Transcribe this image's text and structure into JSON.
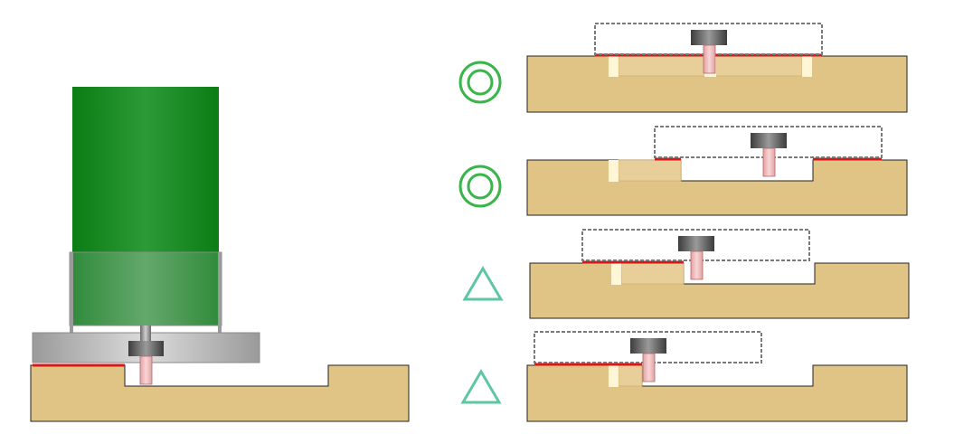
{
  "colors": {
    "wood": "#e0c486",
    "wood_dark": "#d4b36f",
    "wood_edge": "#222222",
    "cut_surface": "#e6cd96",
    "gap_fill": "#fff6d8",
    "contact_red": "#d81818",
    "router_body": "#0f8a1d",
    "router_base_overlay": "#3b9a4a",
    "plate_gray": "#a9a9a9",
    "bit_head": "#4a4a4a",
    "bit_shank": "#e8a6a8",
    "guide_dash": "#7a7a7a",
    "rating_good": "#39b54a",
    "rating_fair": "#5ec6a2"
  },
  "main_illustration": {
    "router_body": "router-body",
    "base_plate": "base-plate",
    "bit": "router-bit",
    "workpiece": "workpiece-with-groove"
  },
  "examples": [
    {
      "rating_icon": "double-circle-icon",
      "rating": "excellent"
    },
    {
      "rating_icon": "double-circle-icon",
      "rating": "excellent"
    },
    {
      "rating_icon": "triangle-icon",
      "rating": "fair"
    },
    {
      "rating_icon": "triangle-icon",
      "rating": "fair"
    }
  ]
}
